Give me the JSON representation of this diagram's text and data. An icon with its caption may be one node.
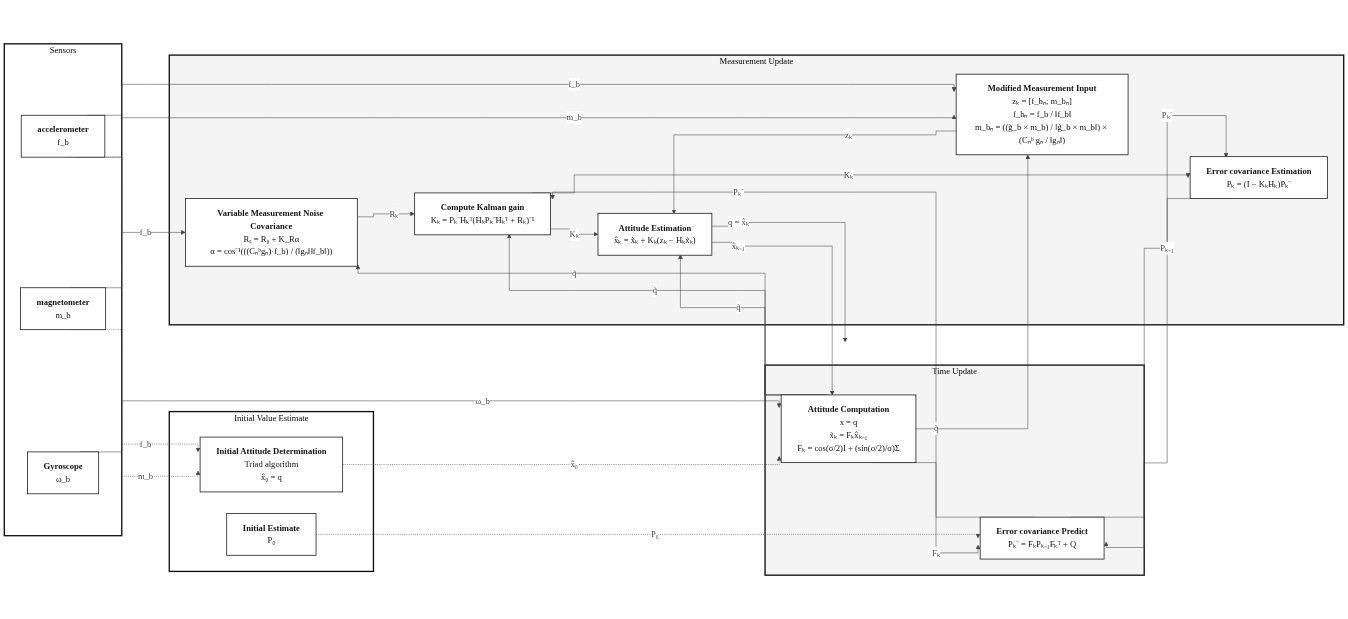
{
  "diagram": {
    "nodes": [
      {
        "text": [
          "Sensors"
        ]
      },
      {
        "text": [
          "accelerometer",
          "f_b"
        ],
        "in": 0
      },
      {
        "text": [
          "magnetometer",
          "m_b"
        ],
        "in": 0
      },
      {
        "text": [
          "Gyroscope",
          "ω_b"
        ],
        "in": 0
      },
      {
        "text": [
          "Initial Value Estimate"
        ]
      },
      {
        "text": [
          "Initial Attitude Determination",
          "Triad algorithm",
          "x̂₀ = q"
        ],
        "in": 4
      },
      {
        "text": [
          "Initial Estimate",
          "P₀"
        ],
        "in": 4
      },
      {
        "text": [
          "Time Update"
        ]
      },
      {
        "text": [
          "Attitude Computation",
          "x = q",
          "x̃ₖ = Fₖx̂ₖ₋₁",
          "Fₖ = cos(σ/2)I + (sin(σ/2)/σ)Σ"
        ],
        "in": 7
      },
      {
        "text": [
          "Error covariance Predict",
          "Pₖ⁻ = FₖPₖ₋₁Fₖᵀ + Q"
        ],
        "in": 7
      },
      {
        "text": [
          "Measurement Update"
        ]
      },
      {
        "text": [
          "Variable Measurement Noise Covariance",
          "Rₐ = R₀ + K_Rα",
          "α = cos⁻¹(((Cₙᵇgₙ)·f_b) / (‖gₙ‖‖f_b‖))"
        ],
        "in": 10
      },
      {
        "text": [
          "Modified Measurement Input",
          "zₖ = [f_bₙ; m_bₙ]",
          "f_bₙ = f_b / ‖f_b‖",
          "m_bₙ = ((g̃_b × m_b) / ‖g̃_b × m_b‖) × (Cₙᵇ gₙ / ‖gₙ‖)"
        ],
        "in": 10
      },
      {
        "text": [
          "Compute Kalman gain",
          "Kₖ = Pₖ⁻Hₖᵀ(HₖPₖ⁻Hₖᵀ + Rₖ)⁻¹"
        ],
        "in": 10
      },
      {
        "text": [
          "Attitude Estimation",
          "x̂ₖ = x̃ₖ + Kₖ(zₖ − Hₖx̃ₖ)"
        ],
        "in": 10
      },
      {
        "text": [
          "Error covariance Estimation",
          "Pₖ = (I − KₖHₖ)Pₖ⁻"
        ],
        "in": 10
      }
    ],
    "edges": [
      {
        "from": 1,
        "to": 11,
        "arrow": "to",
        "label": "f_b"
      },
      {
        "from": 1,
        "to": 12,
        "arrow": "to",
        "label": "f_b"
      },
      {
        "from": 1,
        "to": 5,
        "arrow": "to",
        "label": "f_b",
        "style": "dashed"
      },
      {
        "from": 2,
        "to": 12,
        "arrow": "to",
        "label": "m_b"
      },
      {
        "from": 2,
        "to": 5,
        "arrow": "to",
        "label": "m_b",
        "style": "dashed"
      },
      {
        "from": 3,
        "to": 8,
        "arrow": "to",
        "label": "ω_b"
      },
      {
        "from": 5,
        "to": 8,
        "arrow": "to",
        "label": "x̂₀",
        "style": "dashed"
      },
      {
        "from": 6,
        "to": 9,
        "arrow": "to",
        "label": "P₀",
        "style": "dashed"
      },
      {
        "from": 14,
        "to": 8,
        "arrow": "to",
        "label": "x̂ₖ₋₁"
      },
      {
        "from": 8,
        "to": 9,
        "arrow": "to",
        "label": "Fₖ"
      },
      {
        "from": 8,
        "to": 11,
        "arrow": "to",
        "label": "q̃"
      },
      {
        "from": 8,
        "to": 12,
        "arrow": "to",
        "label": "q̃"
      },
      {
        "from": 8,
        "to": 13,
        "arrow": "to",
        "label": "q̃"
      },
      {
        "from": 8,
        "to": 14,
        "arrow": "to",
        "label": "q̃"
      },
      {
        "from": 9,
        "to": 13,
        "arrow": "to",
        "label": "Pₖ⁻"
      },
      {
        "from": 9,
        "to": 15,
        "arrow": "to",
        "label": "Pₖ⁻"
      },
      {
        "from": 11,
        "to": 13,
        "arrow": "to",
        "label": "Rₖ"
      },
      {
        "from": 12,
        "to": 14,
        "arrow": "to",
        "label": "zₖ"
      },
      {
        "from": 13,
        "to": 14,
        "arrow": "to",
        "label": "Kₖ"
      },
      {
        "from": 13,
        "to": 15,
        "arrow": "to",
        "label": "Kₖ"
      },
      {
        "from": 15,
        "to": 9,
        "arrow": "to",
        "label": "Pₖ₋₁"
      },
      {
        "from": 14,
        "to": null,
        "arrow": "to",
        "label": "q = x̂ₖ"
      }
    ]
  }
}
